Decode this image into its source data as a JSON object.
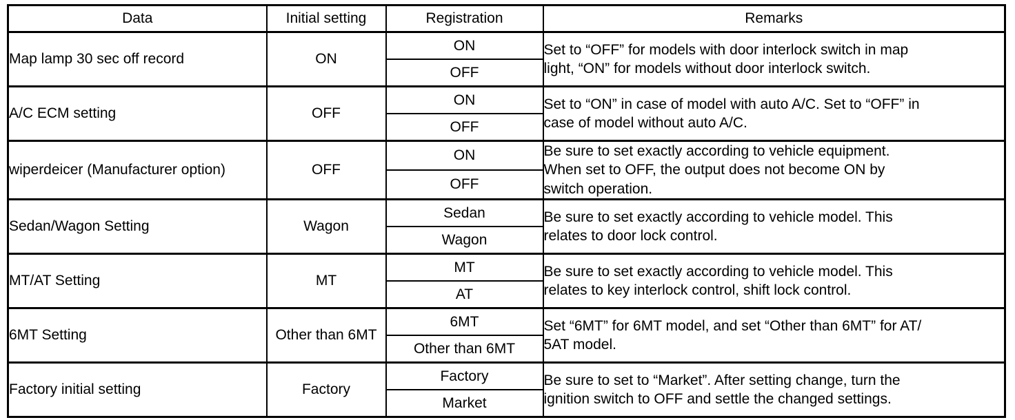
{
  "table": {
    "headers": {
      "data": "Data",
      "initial_setting": "Initial setting",
      "registration": "Registration",
      "remarks": "Remarks"
    },
    "rows": [
      {
        "data": "Map lamp 30 sec off record",
        "initial_setting": "ON",
        "registration": [
          "ON",
          "OFF"
        ],
        "remarks_lines": [
          "Set to “OFF” for models with door interlock switch in map",
          "light, “ON” for models without door interlock switch."
        ]
      },
      {
        "data": "A/C ECM setting",
        "initial_setting": "OFF",
        "registration": [
          "ON",
          "OFF"
        ],
        "remarks_lines": [
          "Set to “ON” in case of model with auto A/C. Set to “OFF” in",
          "case of model without auto A/C."
        ]
      },
      {
        "data": "wiperdeicer (Manufacturer option)",
        "initial_setting": "OFF",
        "registration": [
          "ON",
          "OFF"
        ],
        "remarks_lines": [
          "Be sure to set exactly according to vehicle equipment.",
          "When set to OFF, the output does not become ON by",
          "switch operation."
        ]
      },
      {
        "data": "Sedan/Wagon Setting",
        "initial_setting": "Wagon",
        "registration": [
          "Sedan",
          "Wagon"
        ],
        "remarks_lines": [
          "Be sure to set exactly according to vehicle model. This",
          "relates to door lock control."
        ]
      },
      {
        "data": "MT/AT Setting",
        "initial_setting": "MT",
        "registration": [
          "MT",
          "AT"
        ],
        "remarks_lines": [
          "Be sure to set exactly according to vehicle model. This",
          "relates to key interlock control, shift lock control."
        ]
      },
      {
        "data": "6MT Setting",
        "initial_setting": "Other than 6MT",
        "registration": [
          "6MT",
          "Other than 6MT"
        ],
        "remarks_lines": [
          "Set “6MT” for 6MT model, and set “Other than 6MT” for AT/",
          "5AT model."
        ]
      },
      {
        "data": "Factory initial setting",
        "initial_setting": "Factory",
        "registration": [
          "Factory",
          "Market"
        ],
        "remarks_lines": [
          "Be sure to set to “Market”. After setting change, turn the",
          "ignition switch to OFF and settle the changed settings."
        ]
      }
    ]
  },
  "colors": {
    "border": "#000000",
    "background": "#ffffff",
    "text": "#000000"
  }
}
